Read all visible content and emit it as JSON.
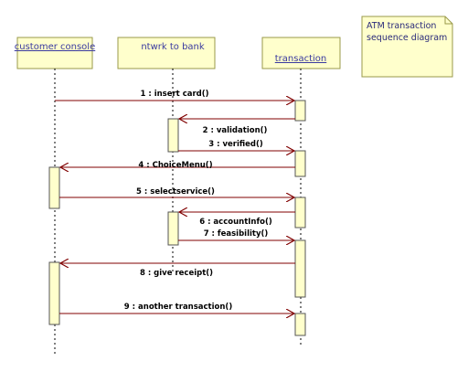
{
  "note": {
    "lines": [
      "ATM transaction",
      "sequence diagram"
    ]
  },
  "lifelines": [
    {
      "id": "customer",
      "label": "customer console",
      "underline": true
    },
    {
      "id": "bank",
      "label": "ntwrk to bank",
      "underline": false
    },
    {
      "id": "transaction",
      "label": "transaction",
      "underline": true
    }
  ],
  "messages": [
    {
      "n": "1",
      "label": "1 : insert card()",
      "from": "customer",
      "to": "transaction"
    },
    {
      "n": "2",
      "label": "2 : validation()",
      "from": "transaction",
      "to": "bank"
    },
    {
      "n": "3",
      "label": "3 : verified()",
      "from": "bank",
      "to": "transaction"
    },
    {
      "n": "4",
      "label": "4 : ChoiceMenu()",
      "from": "transaction",
      "to": "customer"
    },
    {
      "n": "5",
      "label": "5 : selectservice()",
      "from": "customer",
      "to": "transaction"
    },
    {
      "n": "6",
      "label": "6 : accountInfo()",
      "from": "transaction",
      "to": "bank"
    },
    {
      "n": "7",
      "label": "7 : feasibility()",
      "from": "bank",
      "to": "transaction"
    },
    {
      "n": "8",
      "label": "8 : give receipt()",
      "from": "transaction",
      "to": "customer"
    },
    {
      "n": "9",
      "label": "9 : another transaction()",
      "from": "customer",
      "to": "transaction"
    }
  ],
  "colors": {
    "box_fill": "#ffffcc",
    "box_stroke": "#9a9a4a",
    "arrow": "#800000",
    "lifeline": "#000000",
    "note_fill": "#ffffcc",
    "head_text": "#3a3aa0"
  }
}
